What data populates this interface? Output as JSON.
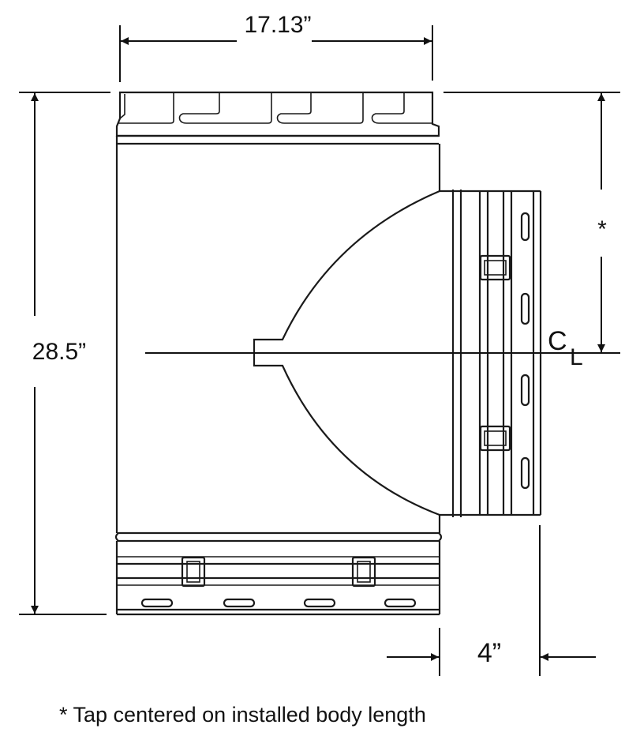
{
  "dimensions": {
    "width": "17.13”",
    "height": "28.5”",
    "tap_length": "4”",
    "tap_position": "*"
  },
  "centerline": {
    "c": "C",
    "l": "L"
  },
  "footnote": "* Tap centered on installed body length",
  "colors": {
    "line": "#1a1a1a",
    "background": "#ffffff"
  }
}
